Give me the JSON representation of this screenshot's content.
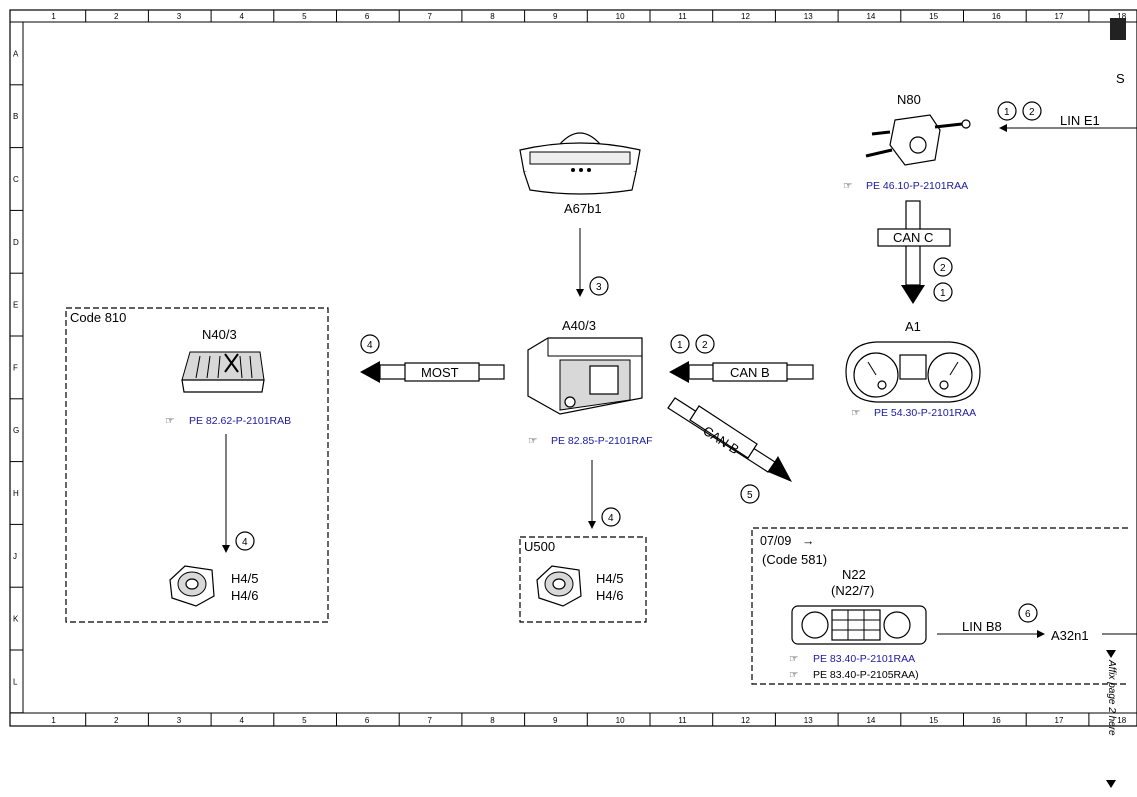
{
  "grid": {
    "columns": [
      "1",
      "2",
      "3",
      "4",
      "5",
      "6",
      "7",
      "8",
      "9",
      "10",
      "11",
      "12",
      "13",
      "14",
      "15",
      "16",
      "17",
      "18"
    ],
    "rows": [
      "A",
      "B",
      "C",
      "D",
      "E",
      "F",
      "G",
      "H",
      "J",
      "K",
      "L"
    ]
  },
  "corner_label": "S",
  "components": {
    "a67b1": {
      "label": "A67b1"
    },
    "n80": {
      "label": "N80",
      "ref": "PE 46.10-P-2101RAA"
    },
    "a40_3": {
      "label": "A40/3",
      "ref": "PE 82.85-P-2101RAF"
    },
    "a1": {
      "label": "A1",
      "ref": "PE 54.30-P-2101RAA"
    },
    "n40_3": {
      "label": "N40/3",
      "ref": "PE 82.62-P-2101RAB"
    },
    "speaker_left": {
      "line1": "H4/5",
      "line2": "H4/6"
    },
    "speaker_mid": {
      "line1": "H4/5",
      "line2": "H4/6"
    },
    "n22": {
      "label": "N22",
      "sublabel": "(N22/7)",
      "ref1": "PE 83.40-P-2101RAA",
      "ref2": "PE 83.40-P-2105RAA)"
    }
  },
  "boxes": {
    "code810": "Code 810",
    "u500": "U500",
    "code581_date": "07/09",
    "code581_arrow": "→",
    "code581": "(Code 581)"
  },
  "buses": {
    "can_c": "CAN C",
    "most": "MOST",
    "can_b_1": "CAN B",
    "can_b_2": "CAN B",
    "lin_e1": "LIN E1",
    "lin_b8": "LIN B8",
    "a32n1": "A32n1"
  },
  "markers": {
    "n80_1": "1",
    "n80_2": "2",
    "canc_2": "2",
    "canc_1": "1",
    "a67_3": "3",
    "most_4": "4",
    "canb_1": "1",
    "canb_2": "2",
    "canb2_5": "5",
    "n40_4": "4",
    "u500_4": "4",
    "linb8_6": "6"
  },
  "side_note": "Affix page 2 here"
}
